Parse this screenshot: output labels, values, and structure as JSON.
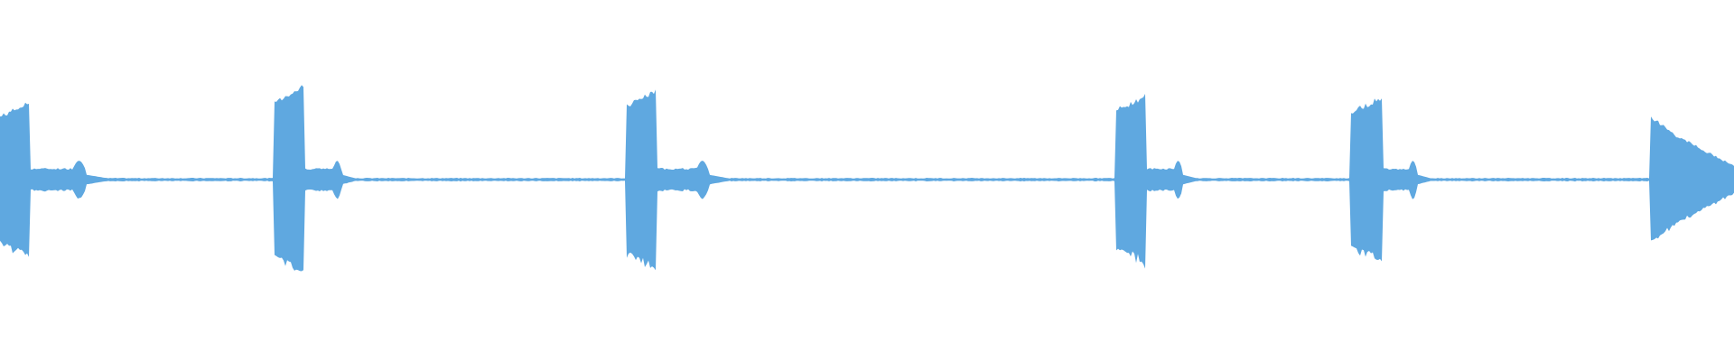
{
  "waveform": {
    "color": "#5fa8e0",
    "background": "#ffffff",
    "bursts": [
      {
        "start": 0.0,
        "attack_end": 0.017,
        "peak": 0.44,
        "tail_end": 0.062
      },
      {
        "start": 0.158,
        "attack_end": 0.176,
        "peak": 0.54,
        "tail_end": 0.205
      },
      {
        "start": 0.361,
        "attack_end": 0.379,
        "peak": 0.51,
        "tail_end": 0.42
      },
      {
        "start": 0.643,
        "attack_end": 0.661,
        "peak": 0.48,
        "tail_end": 0.69
      },
      {
        "start": 0.779,
        "attack_end": 0.797,
        "peak": 0.47,
        "tail_end": 0.825
      },
      {
        "start": 0.952,
        "attack_end": 0.953,
        "peak": 0.37,
        "tail_end": 1.0
      }
    ]
  }
}
